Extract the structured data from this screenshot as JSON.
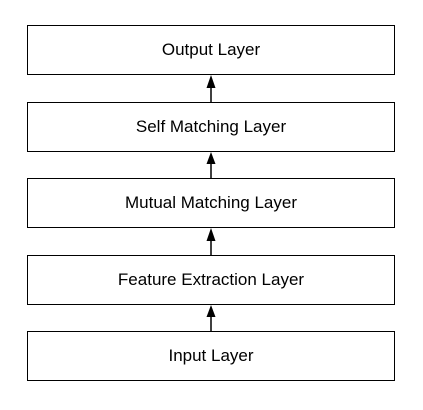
{
  "diagram": {
    "layers": [
      {
        "label": "Output Layer"
      },
      {
        "label": "Self Matching Layer"
      },
      {
        "label": "Mutual Matching Layer"
      },
      {
        "label": "Feature Extraction Layer"
      },
      {
        "label": "Input Layer"
      }
    ],
    "colors": {
      "stroke": "#000000",
      "fill": "#ffffff",
      "text": "#000000"
    }
  }
}
